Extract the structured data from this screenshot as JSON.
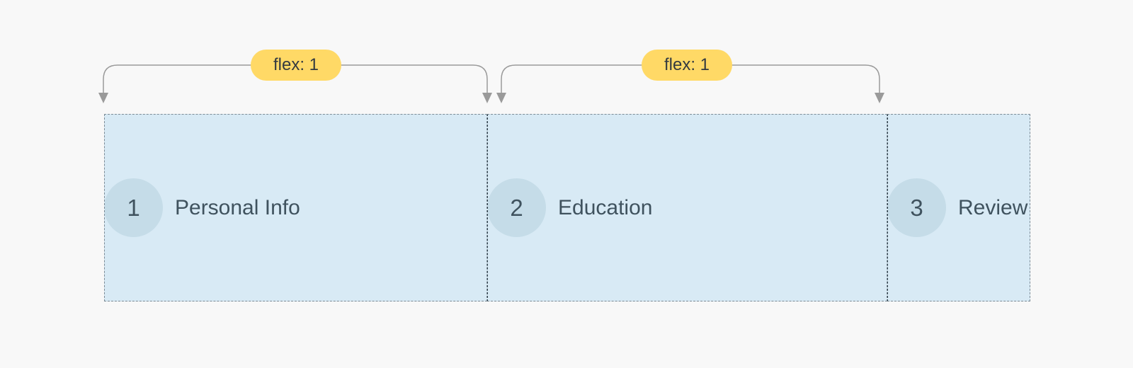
{
  "annotations": [
    {
      "label": "flex: 1",
      "spans_step": 1
    },
    {
      "label": "flex: 1",
      "spans_step": 2
    }
  ],
  "steps": [
    {
      "number": "1",
      "label": "Personal Info"
    },
    {
      "number": "2",
      "label": "Education"
    },
    {
      "number": "3",
      "label": "Review"
    }
  ],
  "colors": {
    "background": "#f8f8f8",
    "item_fill": "#d8eaf5",
    "circle_fill": "#c5dce8",
    "text": "#3f525e",
    "badge": "#ffd966",
    "arrow": "#8c8c8c"
  }
}
